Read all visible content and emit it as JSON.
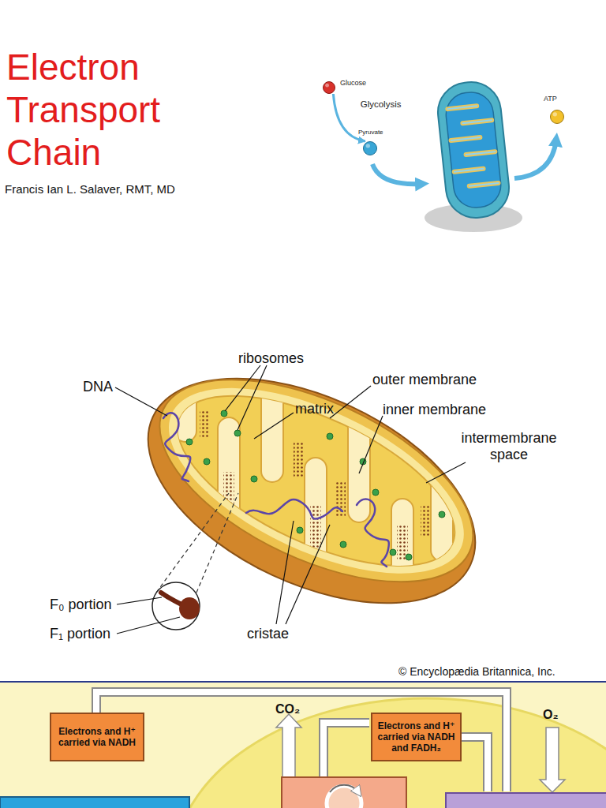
{
  "diagram": {
    "title": "Electron Transport Chain",
    "nodes": [
      {
        "text": [
          "Glucose"
        ]
      },
      {
        "text": [
          "Pyruvate"
        ]
      },
      {
        "text": [
          "ATP"
        ]
      },
      {
        "text": [
          "Electrons and H⁺ carried via NADH"
        ]
      },
      {
        "text": [
          "Electrons and H⁺ carried via NADH and FADH₂"
        ]
      }
    ],
    "edges": [
      {
        "from": 0,
        "to": 1,
        "arrow": "to",
        "label": "Glycolysis"
      }
    ],
    "labels": [
      "Francis Ian L. Salaver, RMT, MD",
      "ribosomes",
      "DNA",
      "matrix",
      "outer membrane",
      "inner membrane",
      "intermembrane space",
      "F₀ portion",
      "F₁ portion",
      "cristae",
      "© Encyclopædia Britannica, Inc.",
      "CO₂",
      "O₂"
    ]
  }
}
